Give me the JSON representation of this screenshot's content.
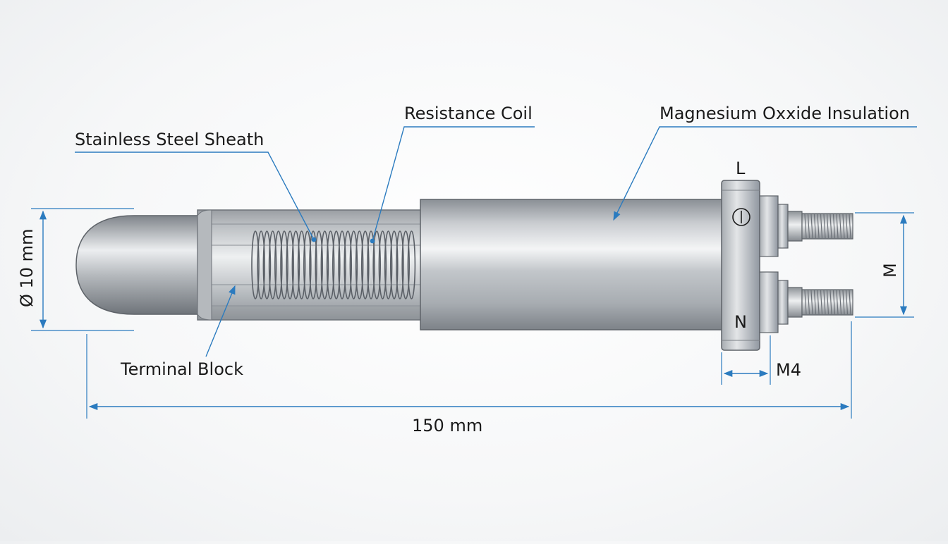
{
  "labels": {
    "sheath": "Stainless Steel Sheath",
    "coil": "Resistance Coil",
    "insulation": "Magnesium Oxxide Insulation",
    "terminal_block": "Terminal Block"
  },
  "dimensions": {
    "diameter": "Ø 10 mm",
    "length": "150 mm",
    "thread": "M4",
    "terminal_spacing": "M"
  },
  "terminals": {
    "line": "L",
    "neutral": "N",
    "ground_symbol": "⏀"
  },
  "colors": {
    "dimension_line": "#2b7bbf",
    "metal_light": "#f4f5f6",
    "metal_dark": "#7d8288"
  }
}
